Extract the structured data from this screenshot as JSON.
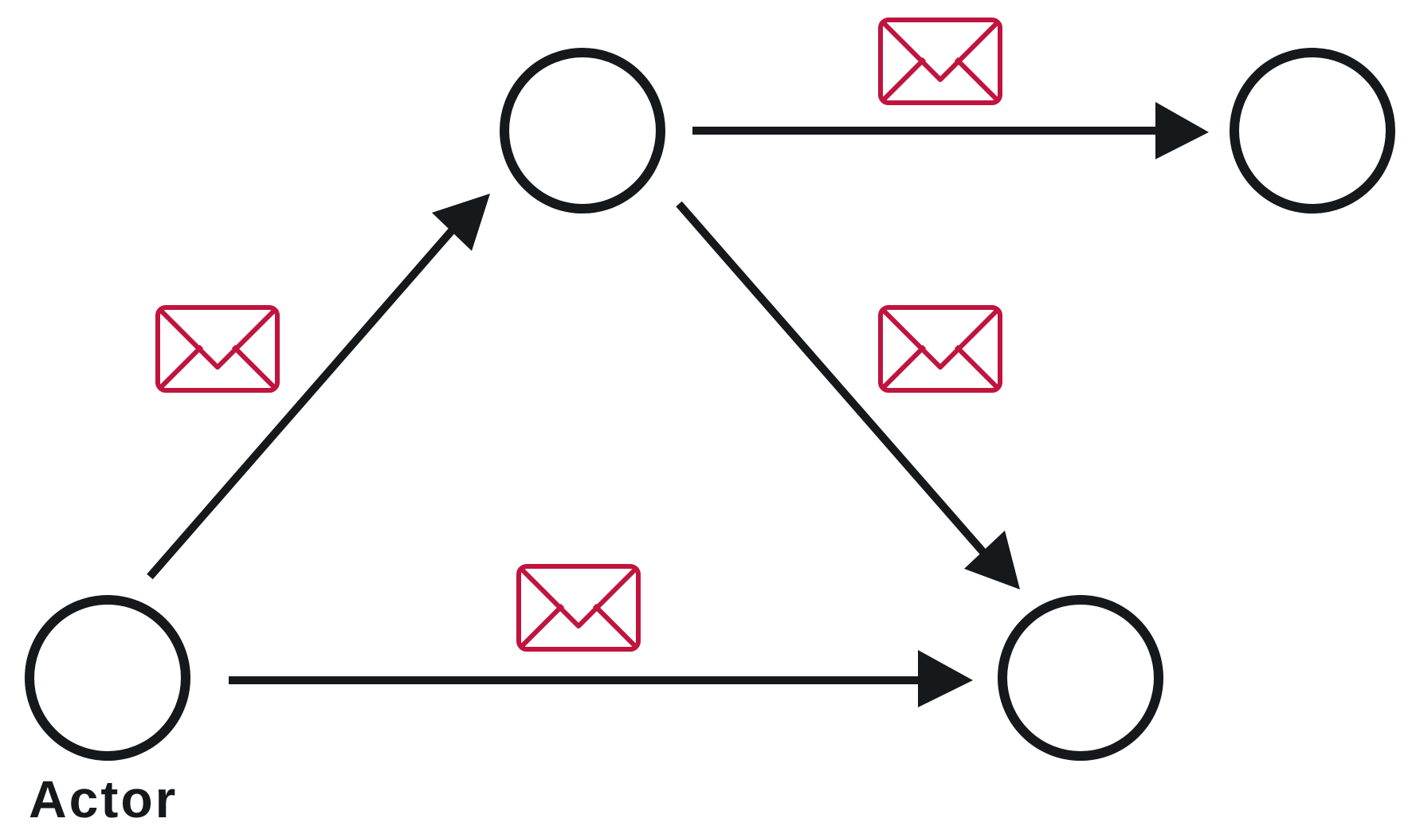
{
  "nodes": [
    {
      "id": "actor",
      "label": "Actor"
    },
    {
      "id": "middle",
      "label": ""
    },
    {
      "id": "right-top",
      "label": ""
    },
    {
      "id": "bottom-right",
      "label": ""
    }
  ],
  "edges": [
    {
      "from": "actor",
      "to": "middle",
      "message": true
    },
    {
      "from": "middle",
      "to": "right-top",
      "message": true
    },
    {
      "from": "middle",
      "to": "bottom-right",
      "message": true
    },
    {
      "from": "actor",
      "to": "bottom-right",
      "message": true
    }
  ],
  "colors": {
    "stroke": "#15191c",
    "message": "#c0143f",
    "background": "#ffffff"
  },
  "icons": {
    "message": "envelope-icon"
  }
}
